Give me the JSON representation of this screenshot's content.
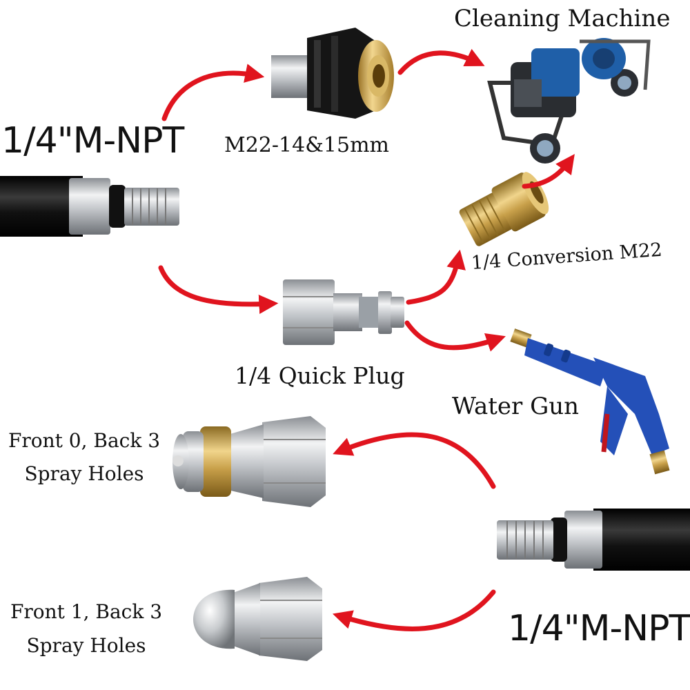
{
  "labels": {
    "npt_top": "1/4\"M-NPT",
    "m22": "M22-14&15mm",
    "cleaning_machine": "Cleaning Machine",
    "conversion": "1/4 Conversion M22",
    "quick_plug": "1/4 Quick Plug",
    "water_gun": "Water Gun",
    "nozzle_a_line1": "Front 0, Back 3",
    "nozzle_a_line2": "Spray Holes",
    "nozzle_b_line1": "Front 1, Back 3",
    "nozzle_b_line2": "Spray Holes",
    "npt_bottom": "1/4\"M-NPT"
  },
  "colors": {
    "arrow": "#e0141e",
    "hose": "#1a1a1a",
    "steel": "#c9ccd0",
    "brass": "#c8a04a",
    "machine_blue": "#1f5fa8",
    "gun_blue": "#2450b8"
  }
}
